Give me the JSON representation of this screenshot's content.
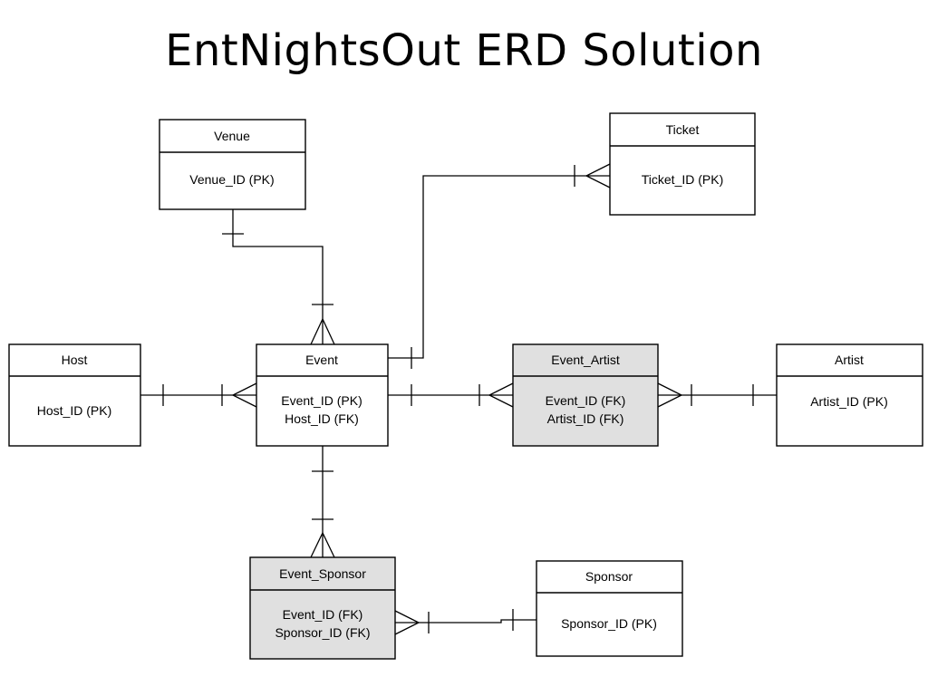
{
  "title": "EntNightsOut ERD Solution",
  "colors": {
    "entity_fill": "#ffffff",
    "associative_fill": "#e0e0e0",
    "line": "#000000"
  },
  "entities": {
    "venue": {
      "name": "Venue",
      "attributes": [
        "Venue_ID (PK)"
      ]
    },
    "ticket": {
      "name": "Ticket",
      "attributes": [
        "Ticket_ID (PK)"
      ]
    },
    "host": {
      "name": "Host",
      "attributes": [
        "Host_ID (PK)"
      ]
    },
    "event": {
      "name": "Event",
      "attributes": [
        "Event_ID (PK)",
        "Host_ID (FK)"
      ]
    },
    "event_artist": {
      "name": "Event_Artist",
      "attributes": [
        "Event_ID (FK)",
        "Artist_ID (FK)"
      ]
    },
    "artist": {
      "name": "Artist",
      "attributes": [
        "Artist_ID (PK)"
      ]
    },
    "event_sponsor": {
      "name": "Event_Sponsor",
      "attributes": [
        "Event_ID (FK)",
        "Sponsor_ID (FK)"
      ]
    },
    "sponsor": {
      "name": "Sponsor",
      "attributes": [
        "Sponsor_ID (PK)"
      ]
    }
  },
  "relationships": [
    {
      "from": "Venue",
      "from_cardinality": "one",
      "to": "Event",
      "to_cardinality": "many"
    },
    {
      "from": "Event",
      "from_cardinality": "one",
      "to": "Ticket",
      "to_cardinality": "many"
    },
    {
      "from": "Host",
      "from_cardinality": "one",
      "to": "Event",
      "to_cardinality": "many"
    },
    {
      "from": "Event",
      "from_cardinality": "one",
      "to": "Event_Artist",
      "to_cardinality": "many"
    },
    {
      "from": "Artist",
      "from_cardinality": "one",
      "to": "Event_Artist",
      "to_cardinality": "many"
    },
    {
      "from": "Event",
      "from_cardinality": "one",
      "to": "Event_Sponsor",
      "to_cardinality": "many"
    },
    {
      "from": "Sponsor",
      "from_cardinality": "one",
      "to": "Event_Sponsor",
      "to_cardinality": "many"
    }
  ]
}
